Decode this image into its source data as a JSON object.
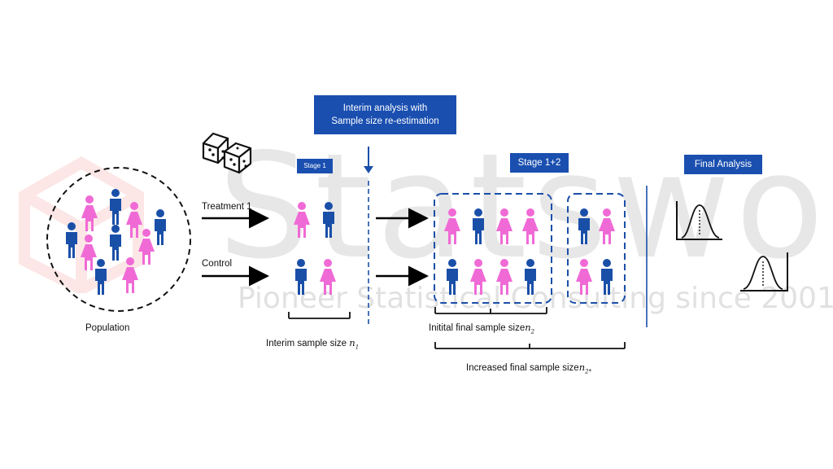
{
  "labels": {
    "population": "Population",
    "treatment": "Treatment 1",
    "control": "Control",
    "interim_box_line1": "Interim analysis with",
    "interim_box_line2": "Sample size re-estimation",
    "stage1": "Stage 1",
    "stage12": "Stage 1+2",
    "final_analysis": "Final Analysis",
    "interim_sample": "Interim sample size",
    "interim_sample_sym": "n",
    "interim_sample_sub": "1",
    "initial_final": "Initital final sample size",
    "initial_final_sym": "n",
    "initial_final_sub": "2",
    "increased_final": "Increased final sample size",
    "increased_final_sym": "n",
    "increased_final_sub": "2*"
  },
  "watermark": {
    "main": "Statswork",
    "sub": "Pioneer Statistical Consulting since 2001"
  },
  "colors": {
    "male": "#1a4fa8",
    "female": "#f06ad6",
    "box": "#1a4fb0",
    "dashed": "#1a4fa8"
  },
  "icons": [
    "dice-icon",
    "person-male-icon",
    "person-female-icon",
    "normal-curve-icon",
    "down-arrow-icon"
  ]
}
